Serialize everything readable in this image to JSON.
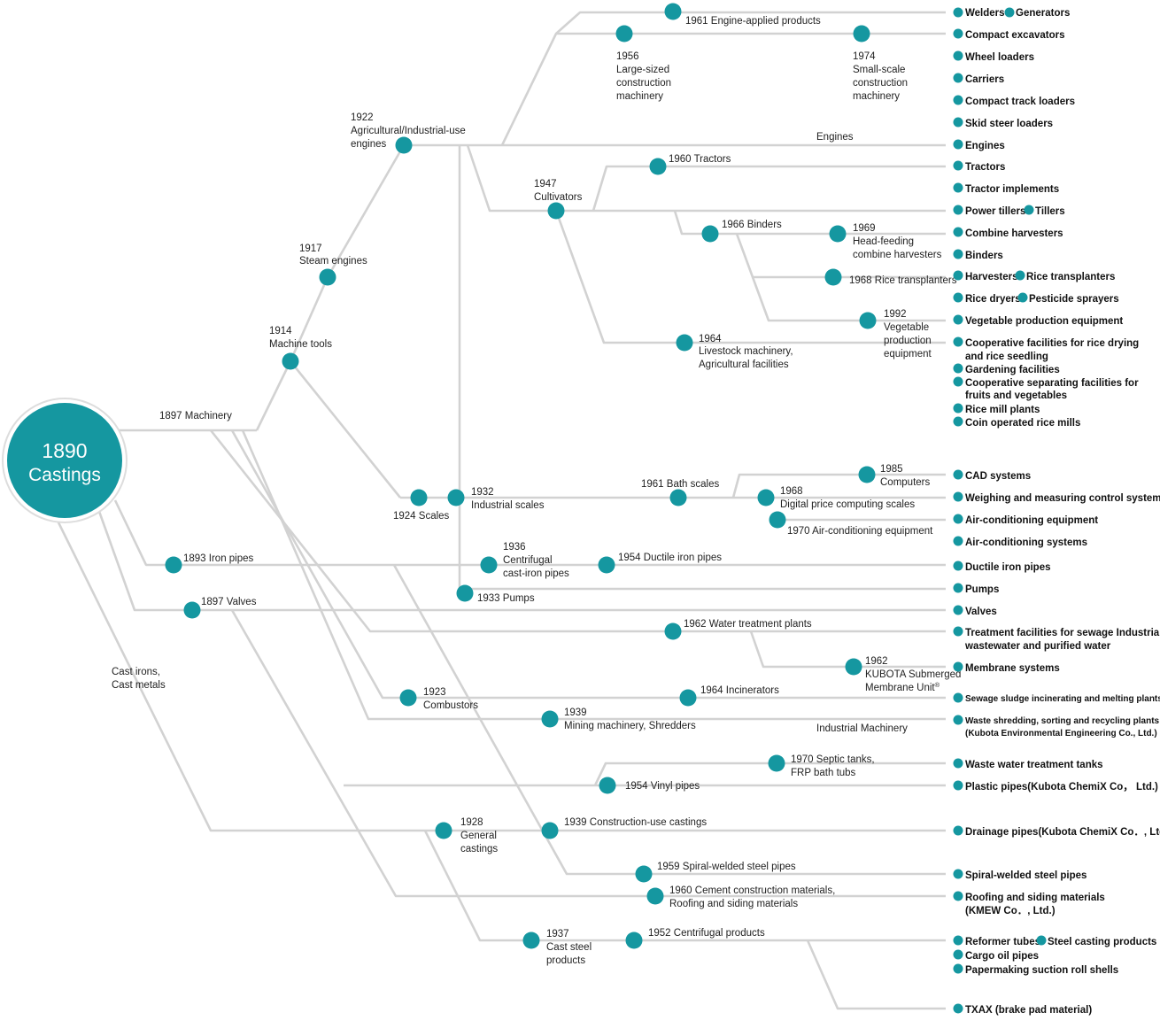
{
  "root": {
    "year": "1890",
    "label": "Castings"
  },
  "branches": {
    "machinery": "1897 Machinery",
    "cast_irons_1": "Cast irons,",
    "cast_irons_2": "Cast metals",
    "engines": "Engines",
    "industrial_machinery": "Industrial Machinery"
  },
  "milestones": {
    "iron_pipes_1893": "1893 Iron pipes",
    "valves_1897": "1897 Valves",
    "machine_tools_1914": [
      "1914",
      "Machine tools"
    ],
    "steam_engines_1917": [
      "1917",
      "Steam engines"
    ],
    "ag_engines_1922": [
      "1922",
      "Agricultural/Industrial-use",
      "engines"
    ],
    "engine_applied_1961": "1961 Engine-applied products",
    "large_construction_1956": [
      "1956",
      "Large-sized",
      "construction",
      "machinery"
    ],
    "small_construction_1974": [
      "1974",
      "Small-scale",
      "construction",
      "machinery"
    ],
    "cultivators_1947": [
      "1947",
      "Cultivators"
    ],
    "tractors_1960": "1960 Tractors",
    "binders_1966": "1966 Binders",
    "head_feeding_1969": [
      "1969",
      "Head-feeding",
      "combine harvesters"
    ],
    "rice_transplanters_1968": "1968 Rice transplanters",
    "vegetable_1992": [
      "1992",
      "Vegetable",
      "production",
      "equipment"
    ],
    "livestock_1964": [
      "1964",
      "Livestock machinery,",
      "Agricultural facilities"
    ],
    "scales_1924": "1924 Scales",
    "industrial_scales_1932": [
      "1932",
      "Industrial scales"
    ],
    "bath_scales_1961": "1961 Bath scales",
    "computers_1985": [
      "1985",
      "Computers"
    ],
    "digital_price_1968": [
      "1968",
      "Digital price computing scales"
    ],
    "air_conditioning_1970": "1970 Air-conditioning equipment",
    "centrifugal_1936": [
      "1936",
      "Centrifugal",
      "cast-iron pipes"
    ],
    "ductile_1954": "1954 Ductile iron pipes",
    "pumps_1933": "1933 Pumps",
    "water_treatment_1962": "1962 Water treatment plants",
    "membrane_1962": [
      "1962",
      "KUBOTA Submerged",
      "Membrane Unit"
    ],
    "registered_mark": "®",
    "combustors_1923": [
      "1923",
      "Combustors"
    ],
    "incinerators_1964": "1964 Incinerators",
    "mining_1939": [
      "1939",
      "Mining machinery, Shredders"
    ],
    "septic_1970": [
      "1970 Septic tanks,",
      "FRP bath tubs"
    ],
    "vinyl_1954": "1954 Vinyl pipes",
    "general_castings_1928": [
      "1928",
      "General",
      "castings"
    ],
    "construction_castings_1939": "1939 Construction-use castings",
    "spiral_1959": "1959 Spiral-welded steel pipes",
    "cement_1960": [
      "1960 Cement construction materials,",
      "Roofing and siding materials"
    ],
    "cast_steel_1937": [
      "1937",
      "Cast steel",
      "products"
    ],
    "centrifugal_products_1952": "1952 Centrifugal products"
  },
  "products": {
    "welders": "Welders",
    "generators": "Generators",
    "compact_excavators": "Compact excavators",
    "wheel_loaders": "Wheel loaders",
    "carriers": "Carriers",
    "compact_track_loaders": "Compact track loaders",
    "skid_steer_loaders": "Skid steer loaders",
    "engines": "Engines",
    "tractors": "Tractors",
    "tractor_implements": "Tractor implements",
    "power_tillers": "Power tillers",
    "tillers": "Tillers",
    "combine_harvesters": "Combine harvesters",
    "binders": "Binders",
    "harvesters": "Harvesters",
    "rice_transplanters": "Rice transplanters",
    "rice_dryers": "Rice dryers",
    "pesticide_sprayers": "Pesticide sprayers",
    "vegetable_production": "Vegetable production equipment",
    "coop_rice_drying": [
      "Cooperative facilities for rice drying",
      "and rice seedling"
    ],
    "gardening": "Gardening facilities",
    "coop_separating": [
      "Cooperative separating facilities for",
      "fruits and vegetables"
    ],
    "rice_mill": "Rice mill plants",
    "coin_rice_mills": "Coin operated rice mills",
    "cad": "CAD systems",
    "weighing": "Weighing and measuring control systems",
    "air_con_equipment": "Air-conditioning equipment",
    "air_con_systems": "Air-conditioning systems",
    "ductile_iron_pipes": "Ductile iron pipes",
    "pumps": "Pumps",
    "valves": "Valves",
    "treatment_facilities": [
      "Treatment facilities for sewage Industrial",
      "wastewater and purified water"
    ],
    "membrane_systems": "Membrane systems",
    "sewage_sludge": "Sewage sludge incinerating and melting plants",
    "waste_shredding": "Waste shredding, sorting and recycling plants",
    "waste_shredding_sub": "(Kubota Environmental Engineering Co., Ltd.)",
    "waste_water_tanks": "Waste water treatment tanks",
    "plastic_pipes": "Plastic pipes(Kubota ChemiX Co， Ltd.)",
    "drainage_pipes": "Drainage pipes(Kubota ChemiX Co．, Ltd.)",
    "spiral_pipes": "Spiral-welded steel pipes",
    "roofing": [
      "Roofing and siding materials",
      "(KMEW Co．, Ltd.)"
    ],
    "reformer_tubes": "Reformer tubes",
    "steel_casting": "Steel casting products",
    "cargo_oil": "Cargo oil pipes",
    "papermaking": "Papermaking suction roll shells",
    "txax": "TXAX (brake pad material)"
  },
  "colors": {
    "node": "#1597a0",
    "line": "#d2d2d2",
    "root_fill": "#1597a0"
  }
}
